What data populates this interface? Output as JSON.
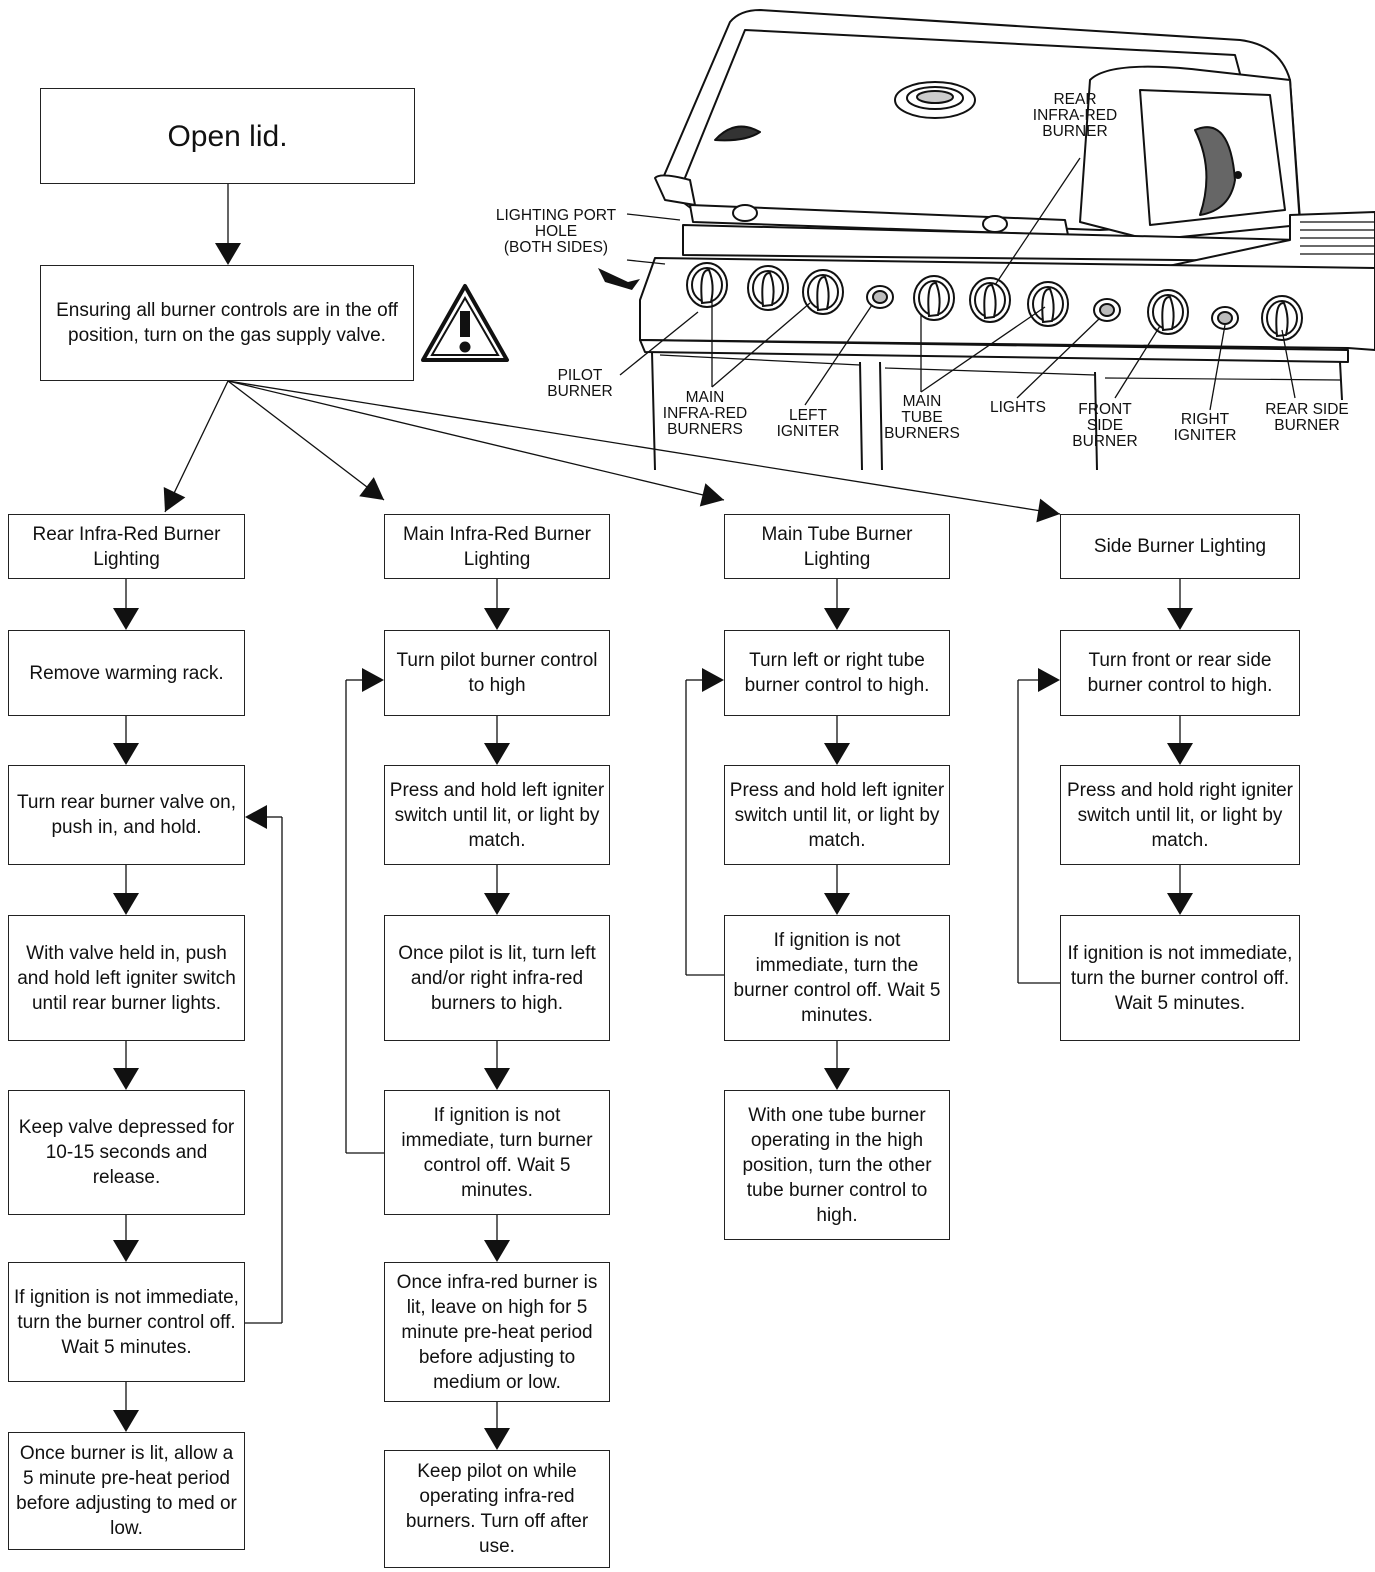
{
  "top": {
    "open_lid": "Open lid.",
    "ensure": "Ensuring all burner controls are in the off position, turn on the gas supply valve."
  },
  "warning_icon": "warning-triangle-icon",
  "grill_labels": {
    "rear_ir": "REAR\nINFRA-RED\nBURNER",
    "lighting_port": "LIGHTING PORT\nHOLE\n(BOTH SIDES)",
    "pilot": "PILOT\nBURNER",
    "main_ir": "MAIN\nINFRA-RED\nBURNERS",
    "left_igniter": "LEFT\nIGNITER",
    "main_tube": "MAIN\nTUBE\nBURNERS",
    "lights": "LIGHTS",
    "front_side": "FRONT\nSIDE\nBURNER",
    "right_igniter": "RIGHT\nIGNITER",
    "rear_side": "REAR SIDE\nBURNER"
  },
  "columns": [
    {
      "title": "Rear Infra-Red Burner Lighting",
      "steps": [
        "Remove warming rack.",
        "Turn rear burner valve on, push in, and hold.",
        "With valve held in, push and hold left igniter switch until rear burner lights.",
        "Keep valve depressed for 10-15 seconds and release.",
        "If ignition is not immediate, turn the burner control off. Wait 5 minutes.",
        "Once burner is lit, allow a 5 minute pre-heat period before adjusting to med or low."
      ]
    },
    {
      "title": "Main Infra-Red Burner Lighting",
      "steps": [
        "Turn pilot burner control to high",
        "Press and hold left igniter switch until lit, or light by match.",
        "Once pilot is lit, turn left and/or right infra-red burners to high.",
        "If ignition is not immediate, turn burner control off. Wait 5 minutes.",
        "Once infra-red burner is lit, leave on high for 5 minute pre-heat period before adjusting to medium or low.",
        "Keep pilot on while operating infra-red burners. Turn off after use."
      ]
    },
    {
      "title": "Main Tube Burner Lighting",
      "steps": [
        "Turn left or right tube burner control to high.",
        "Press and hold left igniter switch until lit, or light by match.",
        "If ignition is not immediate, turn the burner control off. Wait 5 minutes.",
        "With one tube burner operating in the high position, turn the other tube burner control to high."
      ]
    },
    {
      "title": "Side Burner Lighting",
      "steps": [
        "Turn front or rear side burner control to high.",
        "Press and hold right igniter switch until lit, or light by match.",
        "If ignition is not immediate, turn the burner control off. Wait 5 minutes."
      ]
    }
  ]
}
